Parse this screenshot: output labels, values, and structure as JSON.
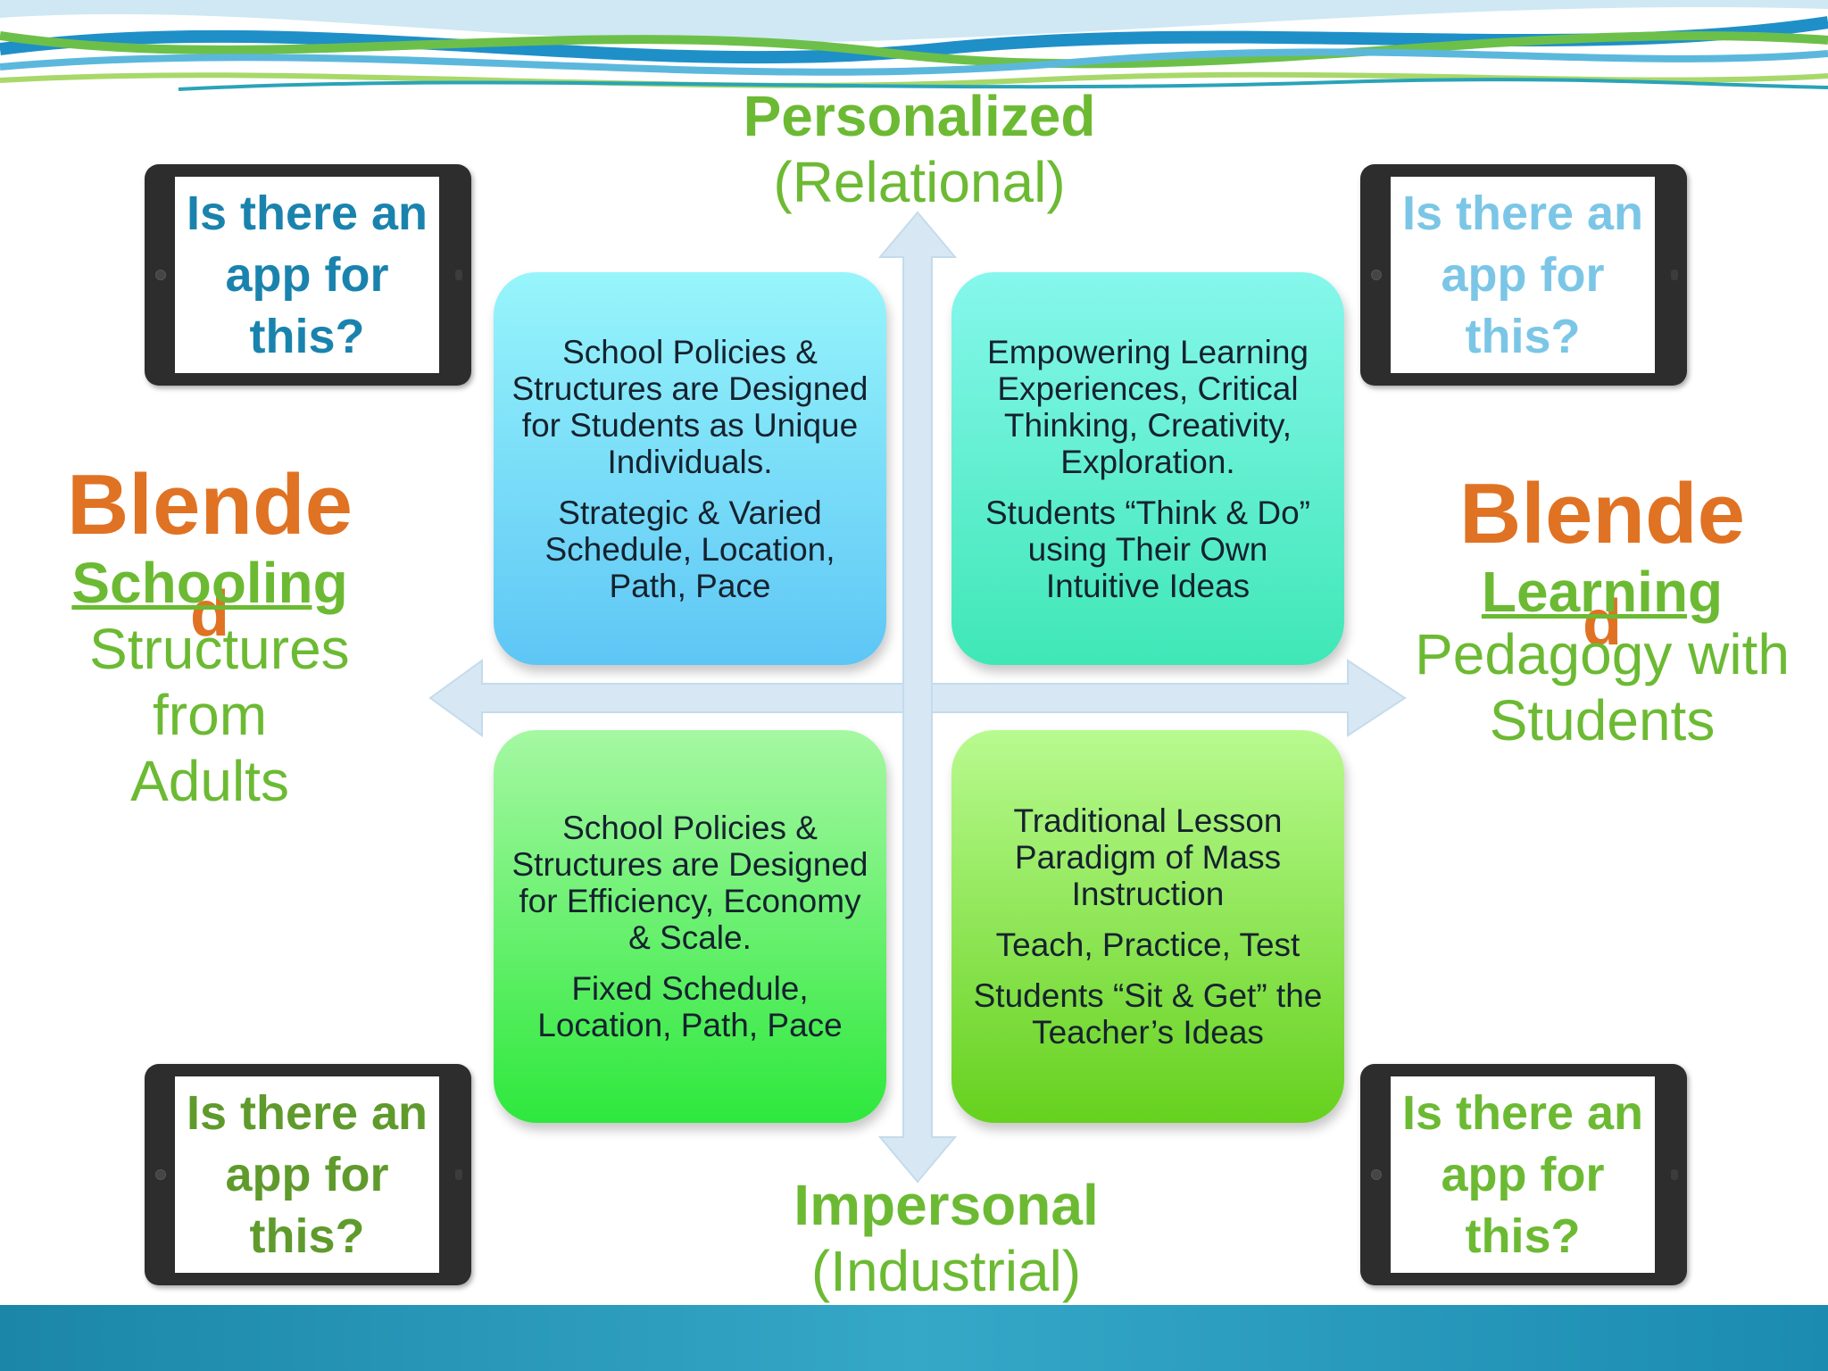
{
  "colors": {
    "green_text": "#6cba33",
    "orange_text": "#e07223",
    "axis_arrow": "#d7e8f4",
    "footer_bar": "#2a9cc0",
    "wave_blue": "#1f8fc8",
    "wave_green": "#6cc04a"
  },
  "axis_labels": {
    "top": {
      "title": "Personalized",
      "subtitle": "(Relational)"
    },
    "bottom": {
      "title": "Impersonal",
      "subtitle": "(Industrial)"
    }
  },
  "quadrants": {
    "top_left": {
      "text1": "School Policies & Structures are Designed for Students as Unique Individuals.",
      "text2": "Strategic & Varied Schedule, Location, Path, Pace"
    },
    "top_right": {
      "text1": "Empowering Learning Experiences, Critical Thinking, Creativity, Exploration.",
      "text2": "Students “Think & Do” using Their Own Intuitive Ideas"
    },
    "bottom_left": {
      "text1": "School Policies & Structures are Designed for Efficiency, Economy & Scale.",
      "text2": "Fixed Schedule, Location, Path, Pace"
    },
    "bottom_right": {
      "text1": "Traditional Lesson Paradigm of Mass Instruction",
      "text2": "Teach, Practice, Test",
      "text3": "Students “Sit & Get” the Teacher’s Ideas"
    }
  },
  "tablets": {
    "top_left": {
      "text": "Is there an app for this?",
      "color": "#1a83ad"
    },
    "top_right": {
      "text": "Is there an app for this?",
      "color": "#7bc6e6"
    },
    "bottom_left": {
      "text": "Is there an app for this?",
      "color": "#5f9a2c"
    },
    "bottom_right": {
      "text": "Is there an app for this?",
      "color": "#6cba33"
    }
  },
  "left_side": {
    "blend_main": "Blende",
    "blend_tail": "d",
    "heading": "Schooling",
    "subtext": "Structures from Adults"
  },
  "right_side": {
    "blend_main": "Blende",
    "blend_tail": "d",
    "heading": "Learning",
    "subtext": "Pedagogy with Students"
  }
}
